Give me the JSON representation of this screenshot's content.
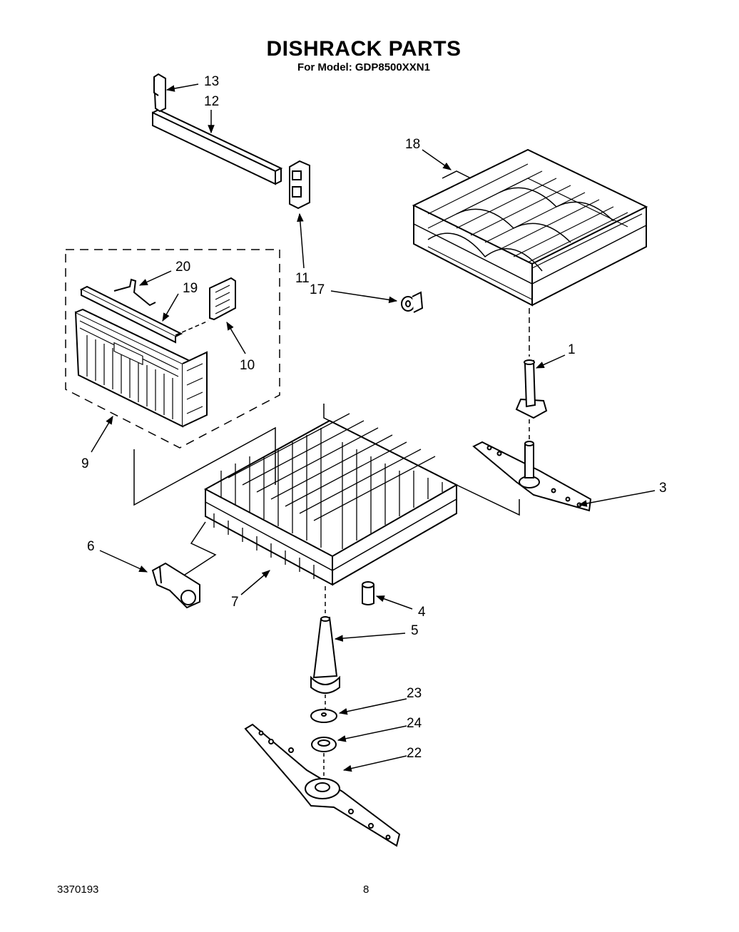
{
  "header": {
    "title": "DISHRACK PARTS",
    "subtitle": "For Model: GDP8500XXN1"
  },
  "callouts": {
    "c13": "13",
    "c12": "12",
    "c18": "18",
    "c20": "20",
    "c19": "19",
    "c11": "11",
    "c17": "17",
    "c10": "10",
    "c1": "1",
    "c9": "9",
    "c3": "3",
    "c6": "6",
    "c7": "7",
    "c4": "4",
    "c5": "5",
    "c23": "23",
    "c24": "24",
    "c22": "22"
  },
  "footer": {
    "doc_number": "3370193",
    "page_number": "8"
  }
}
